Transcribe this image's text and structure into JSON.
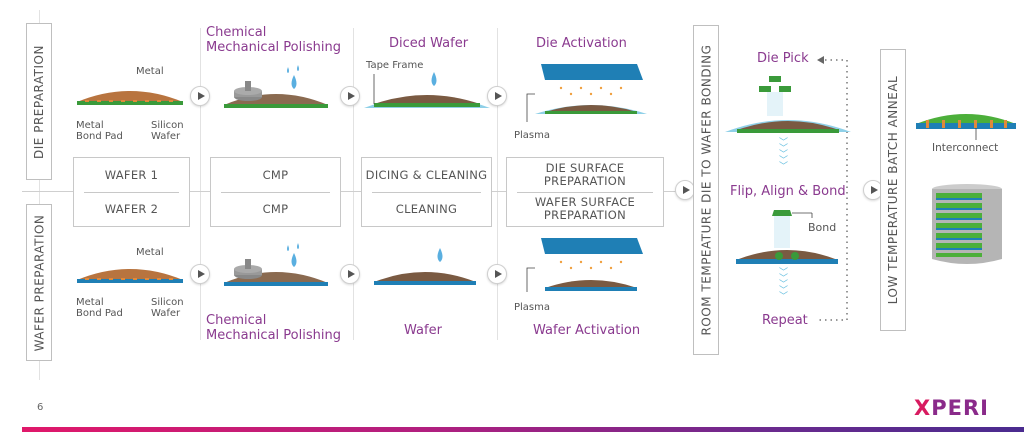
{
  "row_labels": {
    "die": "DIE PREPARATION",
    "wafer": "WAFER PREPARATION"
  },
  "steps": [
    {
      "top": "WAFER 1",
      "bottom": "WAFER 2"
    },
    {
      "top": "CMP",
      "bottom": "CMP"
    },
    {
      "top": "DICING & CLEANING",
      "bottom": "CLEANING"
    },
    {
      "top": "DIE SURFACE PREPARATION",
      "bottom": "WAFER SURFACE PREPARATION"
    }
  ],
  "die_row": {
    "wafer_labels": {
      "metal": "Metal",
      "bond_pad": "Metal\nBond Pad",
      "silicon": "Silicon\nWafer"
    },
    "cmp_title": "Chemical\nMechanical Polishing",
    "diced_title": "Diced Wafer",
    "tape_frame": "Tape Frame",
    "activation_title": "Die Activation",
    "plasma": "Plasma"
  },
  "wafer_row": {
    "wafer_labels": {
      "metal": "Metal",
      "bond_pad": "Metal\nBond Pad",
      "silicon": "Silicon\nWafer"
    },
    "cmp_title": "Chemical\nMechanical Polishing",
    "wafer_title": "Wafer",
    "activation_title": "Wafer Activation",
    "plasma": "Plasma"
  },
  "bonding": {
    "stage_label": "ROOM TEMPEATURE DIE TO WAFER  BONDING",
    "die_pick": "Die Pick",
    "flip": "Flip, Align & Bond",
    "bond": "Bond",
    "repeat": "Repeat"
  },
  "anneal": {
    "stage_label": "LOW TEMPERATURE BATCH ANNEAL",
    "interconnect": "Interconnect"
  },
  "footer": {
    "page_number": "6",
    "brand_x": "X",
    "brand_rest": "PERI"
  },
  "colors": {
    "accent_purple": "#8a3a8f",
    "copper": "#b8743f",
    "silicon_green": "#3a9a3a",
    "wafer_blue": "#1f7fb5",
    "tape_blue": "#8fd0e8",
    "brand_pink": "#d81b60"
  }
}
